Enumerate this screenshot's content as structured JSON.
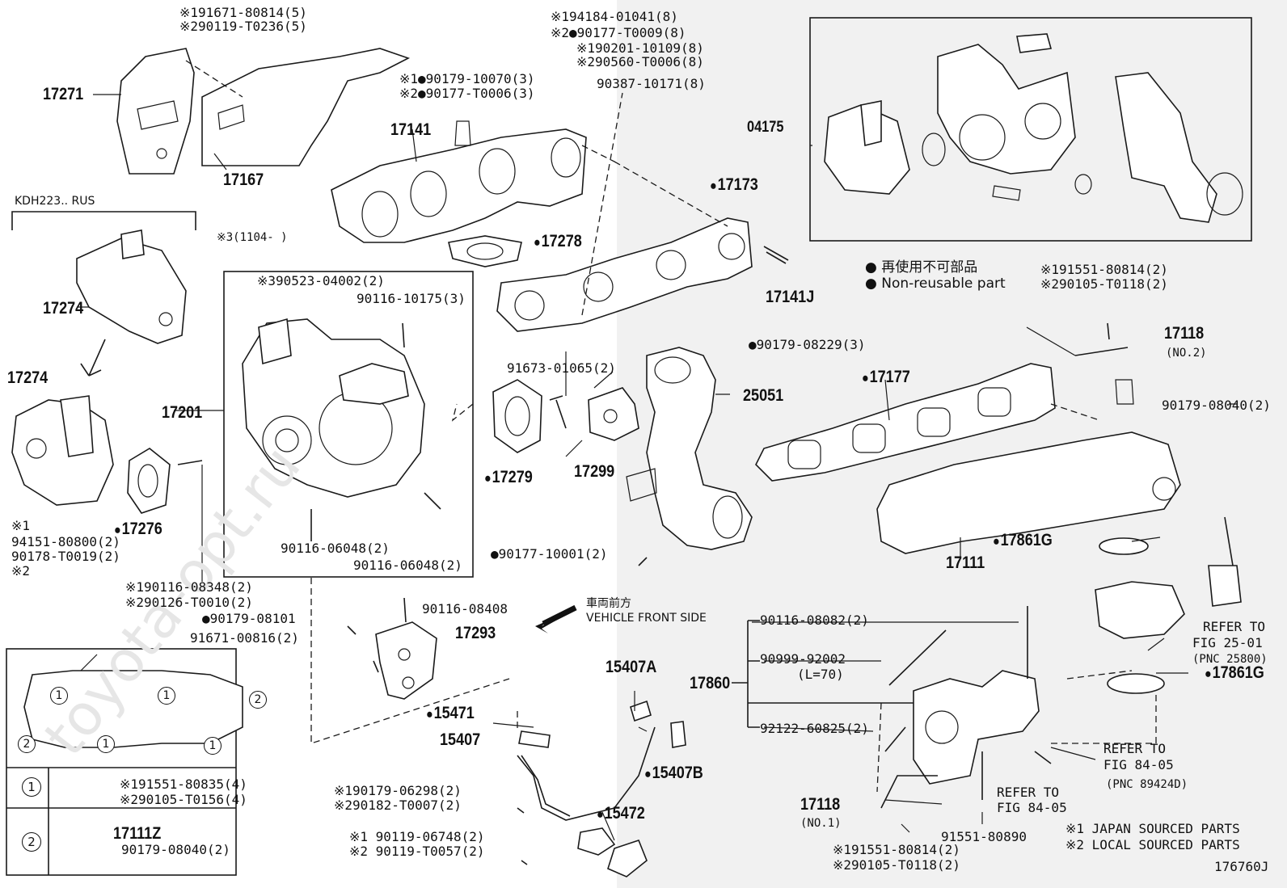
{
  "labels": {
    "p17271": "17271",
    "p17167": "17167",
    "p17141": "17141",
    "p17173": "17173",
    "p17278": "17278",
    "p17141J": "17141J",
    "p04175": "04175",
    "p17274a": "17274",
    "p17274b": "17274",
    "p17201": "17201",
    "p17276": "17276",
    "p17279": "17279",
    "p17299": "17299",
    "p25051": "25051",
    "p17177": "17177",
    "p17118a": "17118",
    "p17118a_sub": "(NO.2)",
    "p17861Ga": "17861G",
    "p17111": "17111",
    "p17293": "17293",
    "p15407A": "15407A",
    "p15471": "15471",
    "p15407": "15407",
    "p15407B": "15407B",
    "p15472": "15472",
    "p17860": "17860",
    "p17861Gb": "17861G",
    "p17118b": "17118",
    "p17118b_sub": "(NO.1)",
    "p17111Z": "17111Z",
    "kdh": "KDH223.. RUS",
    "x3": "※3(1104-      )",
    "n_94184a": "※194184-01041(8)",
    "n_94184b": "※2●90177-T0009(8)",
    "n_94184c": "※190201-10109(8)",
    "n_94184d": "※290560-T0006(8)",
    "n_91671a": "※191671-80814(5)",
    "n_91671b": "※290119-T0236(5)",
    "n_90179_10070a": "※1●90179-10070(3)",
    "n_90179_10070b": "※2●90177-T0006(3)",
    "n_90387": "90387-10171(8)",
    "n_90523": "※390523-04002(2)",
    "n_90116_10175": "90116-10175(3)",
    "n_91673": "91673-01065(2)",
    "n_90179_08229": "●90179-08229(3)",
    "n_91551_80814a": "※191551-80814(2)",
    "n_91551_80814b": "※290105-T0118(2)",
    "n_90179_08040": "90179-08040(2)",
    "n_x1": "※1",
    "n_94151": "94151-80800(2)",
    "n_90178": "90178-T0019(2)",
    "n_x2": "※2",
    "n_90116_06048a": "90116-06048(2)",
    "n_90116_06048b": "90116-06048(2)",
    "n_90116_08348a": "※190116-08348(2)",
    "n_90116_08348b": "※290126-T0010(2)",
    "n_90179_08101": "●90179-08101",
    "n_91671_00816": "91671-00816(2)",
    "n_90116_08408": "90116-08408",
    "n_90177_10001": "●90177-10001(2)",
    "n_90179_06298a": "※190179-06298(2)",
    "n_90179_06298b": "※290182-T0007(2)",
    "n_90119_06748a": "※1 90119-06748(2)",
    "n_90119_06748b": "※2 90119-T0057(2)",
    "n_90116_08082": "90116-08082(2)",
    "n_90999": "90999-92002",
    "n_90999_l": "(L=70)",
    "n_92122": "92122-60825(2)",
    "n_91551_80890": "91551-80890",
    "n_91551_80814c": "※191551-80814(2)",
    "n_91551_80814d": "※290105-T0118(2)",
    "n_box_r1a": "※191551-80835(4)",
    "n_box_r1b": "※290105-T0156(4)",
    "n_box_r2": "90179-08040(2)",
    "vehicle_front_jp": "車両前方",
    "vehicle_front_en": "VEHICLE FRONT SIDE",
    "refer_25_a": "REFER TO",
    "refer_25_b": "FIG 25-01",
    "refer_25_c": "(PNC 25800)",
    "refer_84a_a": "REFER TO",
    "refer_84a_b": "FIG 84-05",
    "refer_84a_c": "(PNC 89424D)",
    "refer_84b_a": "REFER TO",
    "refer_84b_b": "FIG 84-05",
    "legend_jp": "再使用不可部品",
    "legend_en": "Non-reusable part",
    "footnote1": "※1 JAPAN SOURCED PARTS",
    "footnote2": "※2 LOCAL SOURCED PARTS",
    "fig_code": "176760J",
    "box_row1": "1",
    "box_row2": "2",
    "box_c1a": "1",
    "box_c1b": "1",
    "box_c1c": "1",
    "box_c1d": "1",
    "box_c2a": "2",
    "box_c2b": "2"
  },
  "colors": {
    "line": "#1a1a1a",
    "shade": "#f1f1f1",
    "watermark": "#e6e6e6"
  }
}
